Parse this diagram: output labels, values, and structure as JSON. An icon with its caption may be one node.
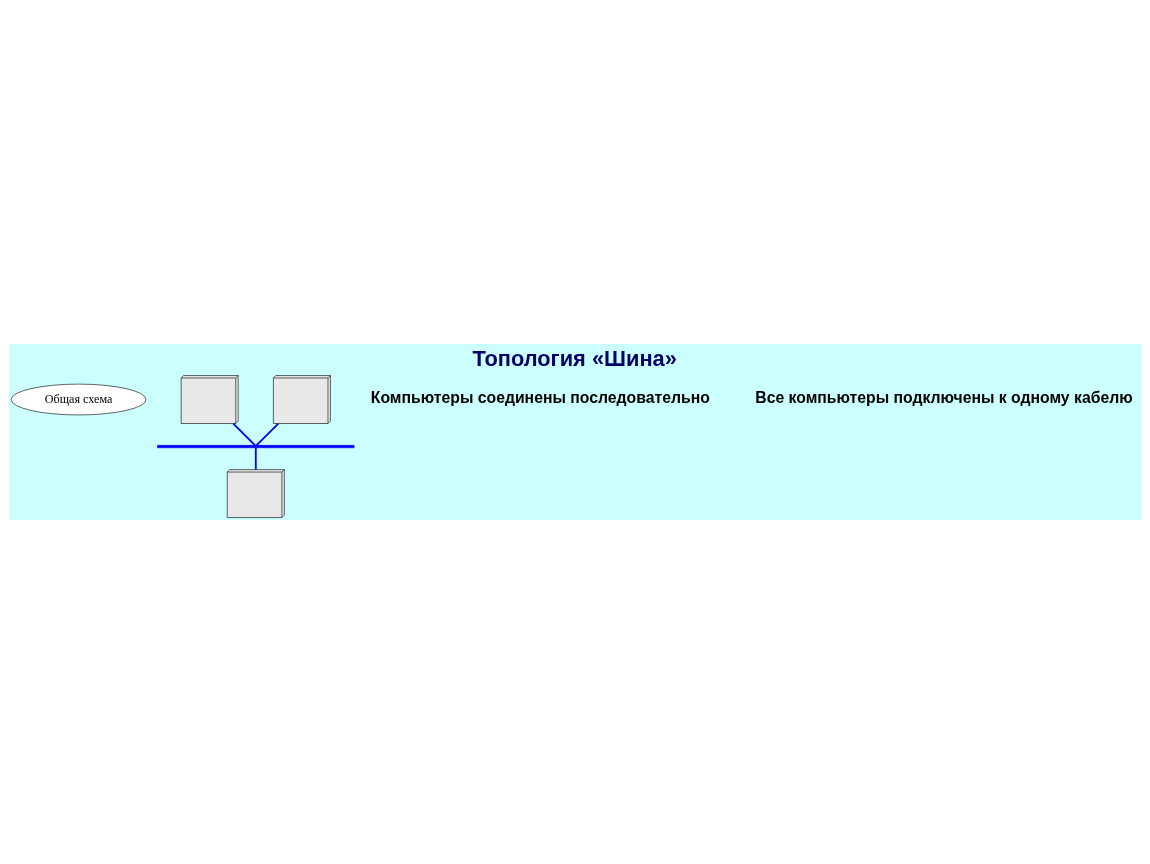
{
  "diagram": {
    "title": "Топология «Шина»",
    "nodes": [
      {
        "text": [
          "Общая схема"
        ]
      },
      {
        "text": [],
        "shape": "picture"
      },
      {
        "text": [],
        "shape": "picture"
      },
      {
        "text": [],
        "shape": "bar"
      },
      {
        "text": [],
        "shape": "picture"
      }
    ],
    "edges": [
      {
        "from": 1,
        "to": 3,
        "arrow": "none",
        "color": "#0000ff"
      },
      {
        "from": 2,
        "to": 3,
        "arrow": "none",
        "color": "#0000ff"
      },
      {
        "from": 4,
        "to": 3,
        "arrow": "none",
        "color": "#0000ff"
      }
    ],
    "labels": [
      "Компьютеры соединены последовательно",
      "Все компьютеры подключены к одному кабелю"
    ]
  }
}
